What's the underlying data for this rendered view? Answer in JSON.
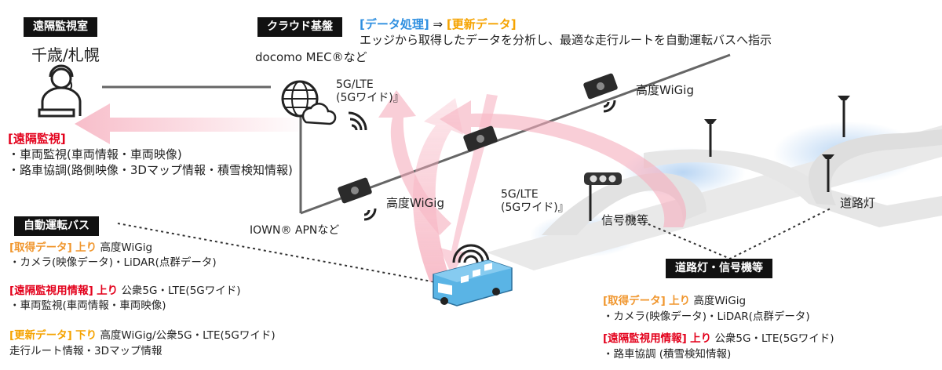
{
  "remote_room": {
    "badge": "遠隔監視室",
    "location": "千歳/札幌",
    "heading": "[遠隔監視]",
    "lines": [
      "・車両監視(車両情報・車両映像)",
      "・路車協調(路側映像・3Dマップ情報・積雪検知情報)"
    ]
  },
  "cloud": {
    "badge": "クラウド基盤",
    "mec_label": "docomo MEC®など",
    "data_processing": "[データ処理]",
    "arrow": "⇒",
    "update_data": "[更新データ]",
    "description": "エッジから取得したデータを分析し、最適な走行ルートを自動運転バスへ指示"
  },
  "network": {
    "lte_top_1": "5G/LTE",
    "lte_top_2": "(5Gワイド)』",
    "wigig_right": "高度WiGig",
    "wigig_left": "高度WiGig",
    "lte_mid_1": "5G/LTE",
    "lte_mid_2": "(5Gワイド)』",
    "iown": "IOWN® APNなど"
  },
  "road": {
    "signal": "信号機等",
    "streetlight": "道路灯"
  },
  "bus": {
    "badge": "自動運転バス",
    "acquired_heading": "[取得データ]",
    "acquired_dir": "上り",
    "acquired_net": "高度WiGig",
    "acquired_line": "・カメラ(映像データ)・LiDAR(点群データ)",
    "monitor_heading": "[遠隔監視用情報]",
    "monitor_dir": "上り",
    "monitor_net": "公衆5G・LTE(5Gワイド)",
    "monitor_line": "・車両監視(車両情報・車両映像)",
    "update_heading": "[更新データ]",
    "update_dir": "下り",
    "update_net": "高度WiGig/公衆5G・LTE(5Gワイド)",
    "update_line": "走行ルート情報・3Dマップ情報"
  },
  "roadside": {
    "badge": "道路灯・信号機等",
    "acquired_heading": "[取得データ]",
    "acquired_dir": "上り",
    "acquired_net": "高度WiGig",
    "acquired_line": "・カメラ(映像データ)・LiDAR(点群データ)",
    "monitor_heading": "[遠隔監視用情報]",
    "monitor_dir": "上り",
    "monitor_net": "公衆5G・LTE(5Gワイド)",
    "monitor_line": "・路車協調 (積雪検知情報)"
  },
  "colors": {
    "badge_bg": "#111111",
    "red": "#e3001b",
    "orange": "#f0962d",
    "amber": "#f5a300",
    "blue": "#2f8fe0",
    "pink_arrow": "#f6b8c4",
    "road": "#e8e8e8",
    "bus": "#5ab4e5"
  }
}
